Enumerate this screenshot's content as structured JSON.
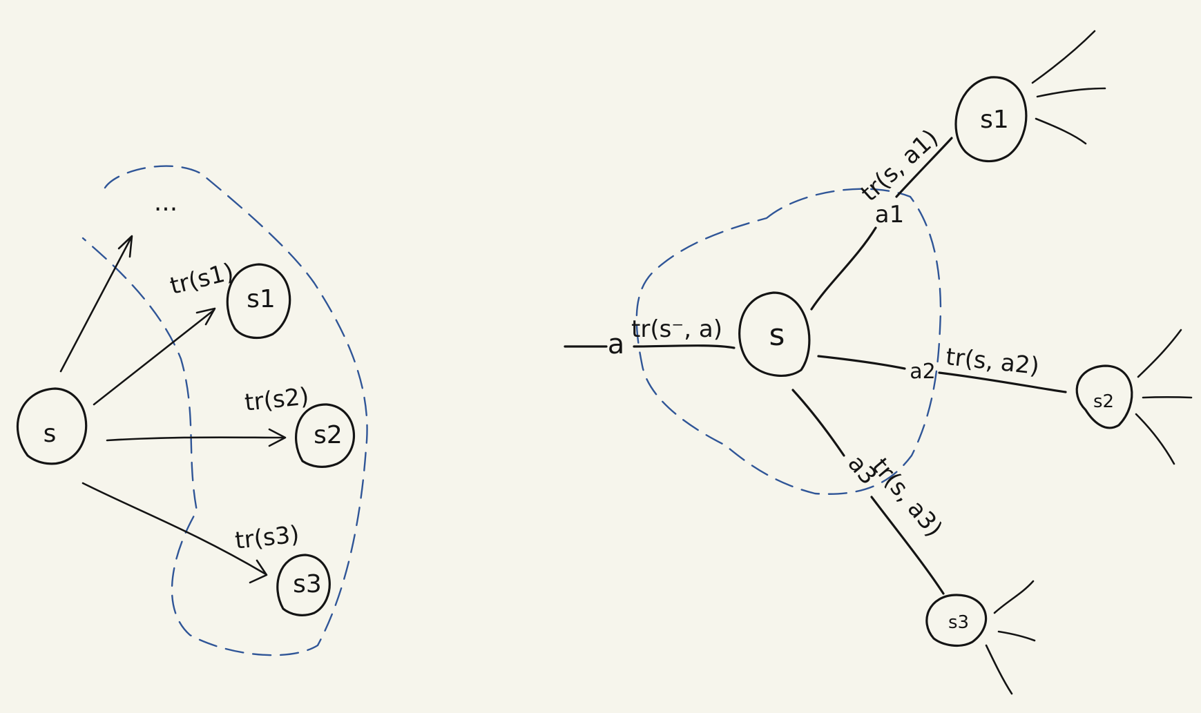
{
  "left_graph": {
    "nodes": {
      "s": "s",
      "s1": "s1",
      "s2": "s2",
      "s3": "s3"
    },
    "ellipsis": "...",
    "edges": {
      "tr_s1": "tr(s1)",
      "tr_s2": "tr(s2)",
      "tr_s3": "tr(s3)"
    }
  },
  "right_graph": {
    "nodes": {
      "s": "s",
      "s1": "s1",
      "s2": "s2",
      "s3": "s3"
    },
    "actions": {
      "a": "a",
      "a1": "a1",
      "a2": "a2",
      "a3": "a3"
    },
    "edges": {
      "tr_prev": "tr(s⁻, a)",
      "tr_a1": "tr(s, a1)",
      "tr_a2": "tr(s, a2)",
      "tr_a3": "tr(s, a3)"
    }
  },
  "colors": {
    "background": "#f6f5ec",
    "ink": "#141414",
    "dashed_boundary": "#2f5597"
  }
}
